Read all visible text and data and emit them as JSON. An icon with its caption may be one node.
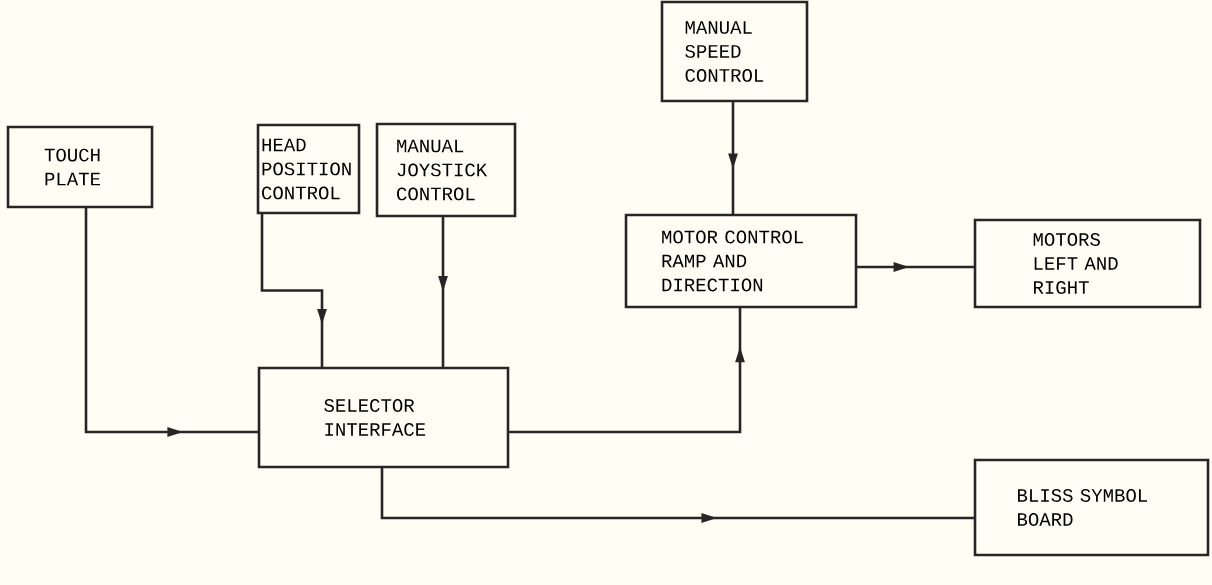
{
  "diagram": {
    "nodes": [
      {
        "text": [
          "TOUCH PLATE"
        ]
      },
      {
        "text": [
          "HEAD POSITION CONTROL"
        ]
      },
      {
        "text": [
          "MANUAL JOYSTICK CONTROL"
        ]
      },
      {
        "text": [
          "MANUAL SPEED CONTROL"
        ]
      },
      {
        "text": [
          "MOTOR CONTROL RAMP AND DIRECTION"
        ]
      },
      {
        "text": [
          "MOTORS LEFT AND RIGHT"
        ]
      },
      {
        "text": [
          "SELECTOR INTERFACE"
        ]
      },
      {
        "text": [
          "BLISS SYMBOL BOARD"
        ]
      }
    ],
    "edges": [
      {
        "from": 0,
        "to": 6,
        "arrow": "to"
      },
      {
        "from": 1,
        "to": 6,
        "arrow": "to"
      },
      {
        "from": 2,
        "to": 6,
        "arrow": "to"
      },
      {
        "from": 3,
        "to": 4,
        "arrow": "to"
      },
      {
        "from": 6,
        "to": 4,
        "arrow": "to"
      },
      {
        "from": 4,
        "to": 5,
        "arrow": "to"
      },
      {
        "from": 6,
        "to": 7,
        "arrow": "to"
      }
    ]
  }
}
